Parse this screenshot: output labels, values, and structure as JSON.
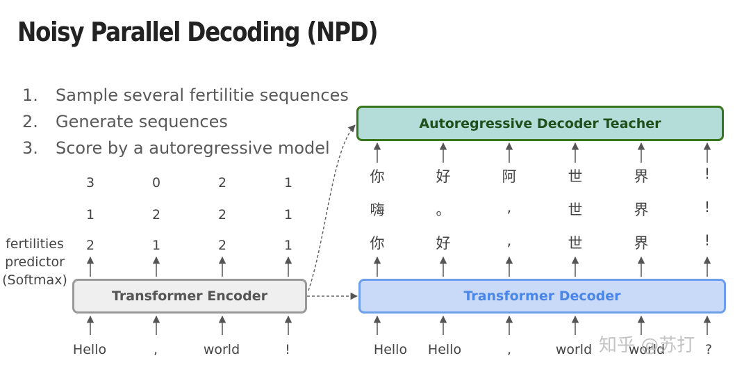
{
  "title": "Noisy Parallel Decoding (NPD)",
  "steps": [
    {
      "num": "1.",
      "text": "Sample several fertilitie sequences"
    },
    {
      "num": "2.",
      "text": "Generate sequences"
    },
    {
      "num": "3.",
      "text": "Score by a autoregressive model"
    }
  ],
  "fertility_predictor_label": [
    "fertilities",
    "predictor",
    "(Softmax)"
  ],
  "fertility_rows": [
    [
      "3",
      "0",
      "2",
      "1"
    ],
    [
      "1",
      "2",
      "2",
      "1"
    ],
    [
      "2",
      "1",
      "2",
      "1"
    ]
  ],
  "encoder": {
    "label": "Transformer Encoder",
    "inputs": [
      "Hello",
      ",",
      "world",
      "!"
    ]
  },
  "decoder": {
    "label": "Transformer Decoder",
    "inputs": [
      "Hello",
      "Hello",
      ",",
      "world",
      "world",
      "?"
    ]
  },
  "teacher": {
    "label": "Autoregressive Decoder Teacher"
  },
  "output_rows": [
    [
      "你",
      "好",
      "阿",
      "世",
      "界",
      "!"
    ],
    [
      "嗨",
      "。",
      ",",
      "世",
      "界",
      "!"
    ],
    [
      "你",
      "好",
      ",",
      "世",
      "界",
      "!"
    ]
  ],
  "watermark": "知乎 @苏打",
  "colors": {
    "encoder_fill": "#efefef",
    "encoder_border": "#999999",
    "decoder_fill": "#c9daf8",
    "decoder_border": "#6d9eeb",
    "teacher_fill": "#b4ddd9",
    "teacher_border": "#38761d"
  }
}
